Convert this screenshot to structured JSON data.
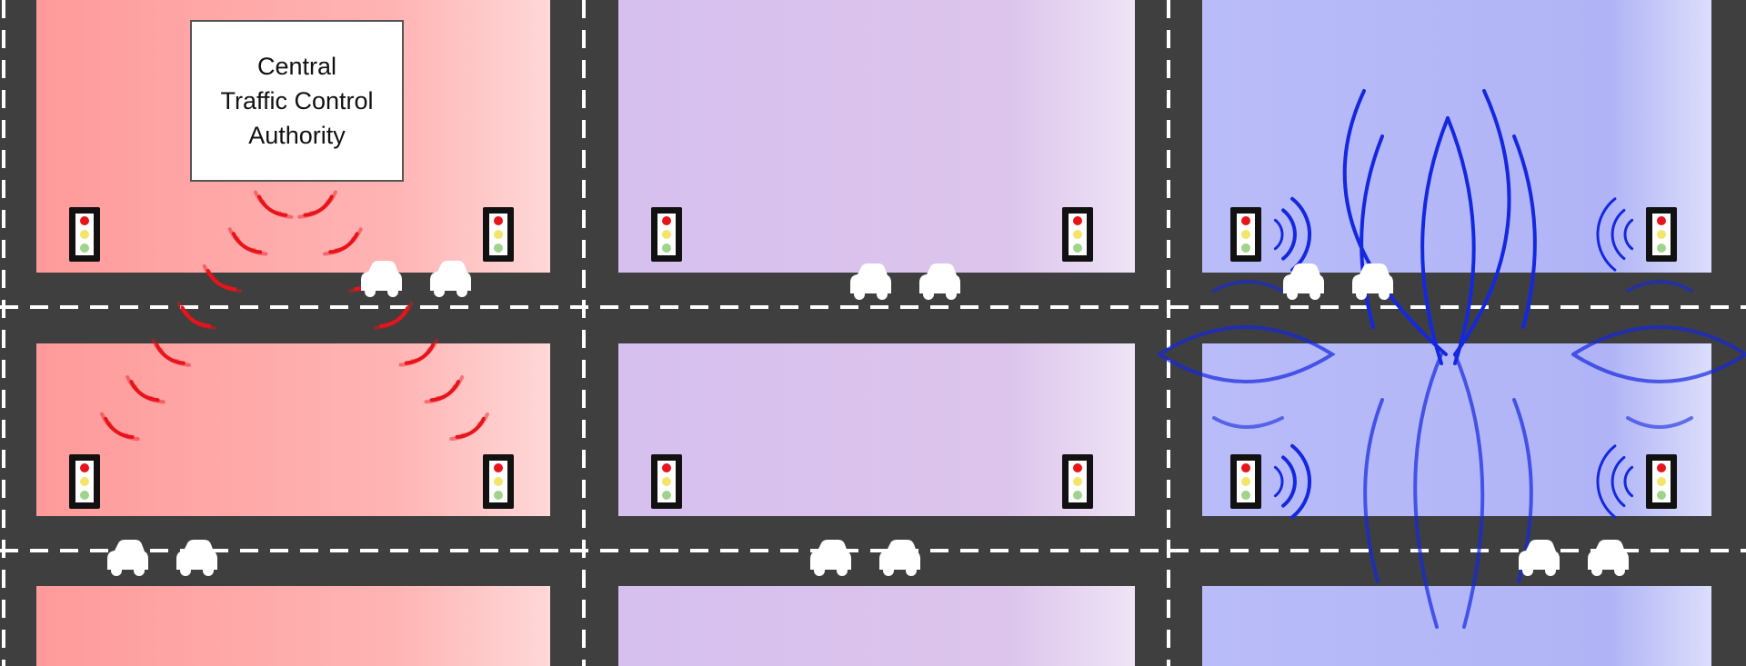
{
  "authority": {
    "lines": [
      "Central",
      "Traffic Control",
      "Authority"
    ]
  },
  "zones": [
    {
      "name": "centralized-zone",
      "color": "#ff9a9a",
      "wave_color": "#e8141a"
    },
    {
      "name": "hybrid-zone",
      "color": "#d4b8ec",
      "wave_color": null
    },
    {
      "name": "distributed-zone",
      "color": "#a9acf7",
      "wave_color": "#1428e0"
    }
  ],
  "colors": {
    "road": "#3f3f3f",
    "lane_marking": "#ffffff",
    "car": "#ffffff",
    "light_red": "#e8141a",
    "light_yellow": "#f3e46a",
    "light_green": "#9fd48a"
  },
  "icons": [
    "traffic-light-icon",
    "car-icon"
  ]
}
